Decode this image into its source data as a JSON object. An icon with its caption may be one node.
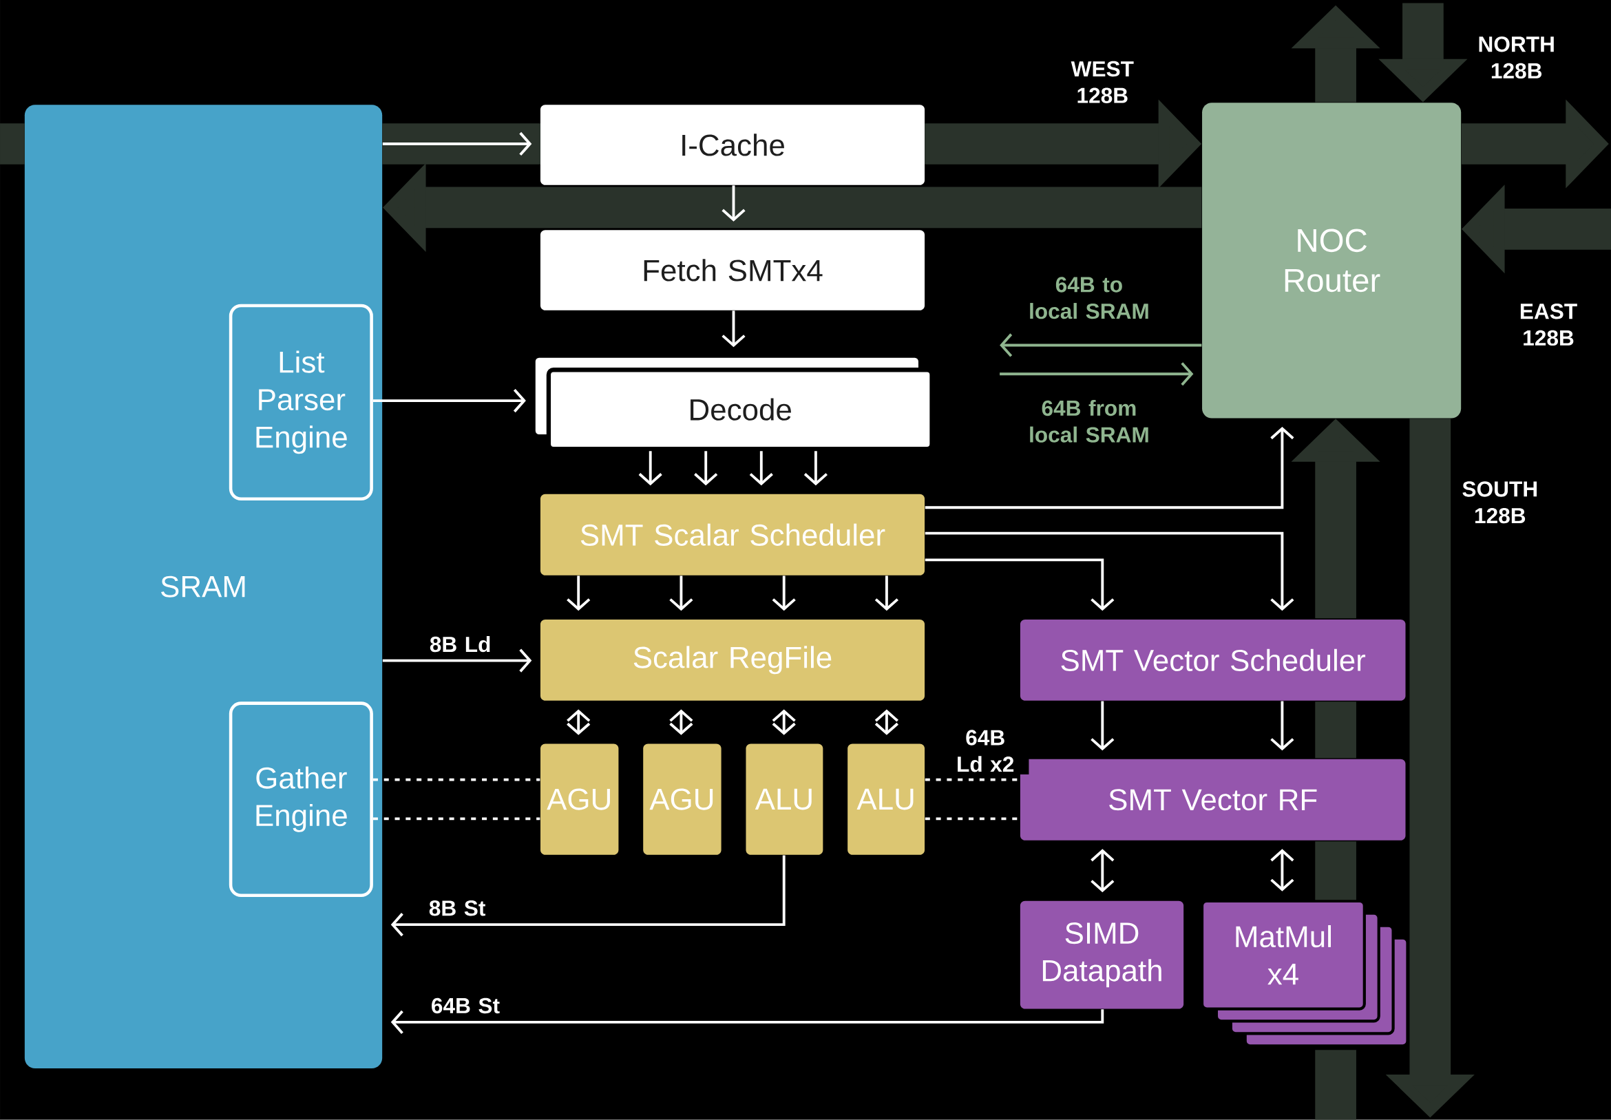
{
  "diagram": {
    "nodes": [
      {
        "text": [
          "SRAM"
        ]
      },
      {
        "text": [
          "List Parser Engine"
        ],
        "in": 0
      },
      {
        "text": [
          "Gather Engine"
        ],
        "in": 0
      },
      {
        "text": [
          "I-Cache"
        ]
      },
      {
        "text": [
          "Fetch SMTx4"
        ]
      },
      {
        "text": [
          "Decode"
        ]
      },
      {
        "text": [
          "SMT Scalar Scheduler"
        ]
      },
      {
        "text": [
          "Scalar RegFile"
        ]
      },
      {
        "text": [
          "AGU"
        ]
      },
      {
        "text": [
          "AGU"
        ]
      },
      {
        "text": [
          "ALU"
        ]
      },
      {
        "text": [
          "ALU"
        ]
      },
      {
        "text": [
          "NOC Router"
        ]
      },
      {
        "text": [
          "SMT Vector Scheduler"
        ]
      },
      {
        "text": [
          "SMT Vector RF"
        ]
      },
      {
        "text": [
          "SIMD Datapath"
        ]
      },
      {
        "text": [
          "MatMul x4"
        ]
      }
    ],
    "edges": [
      {
        "from": 0,
        "to": 3,
        "arrow": "to"
      },
      {
        "from": 3,
        "to": 4,
        "arrow": "to"
      },
      {
        "from": 4,
        "to": 5,
        "arrow": "to"
      },
      {
        "from": 1,
        "to": 5,
        "arrow": "to"
      },
      {
        "from": 5,
        "to": 6,
        "arrow": "to"
      },
      {
        "from": 5,
        "to": 6,
        "arrow": "to"
      },
      {
        "from": 5,
        "to": 6,
        "arrow": "to"
      },
      {
        "from": 5,
        "to": 6,
        "arrow": "to"
      },
      {
        "from": 6,
        "to": 7,
        "arrow": "to"
      },
      {
        "from": 6,
        "to": 7,
        "arrow": "to"
      },
      {
        "from": 6,
        "to": 7,
        "arrow": "to"
      },
      {
        "from": 6,
        "to": 7,
        "arrow": "to"
      },
      {
        "from": 7,
        "to": 8,
        "arrow": "both"
      },
      {
        "from": 7,
        "to": 9,
        "arrow": "both"
      },
      {
        "from": 7,
        "to": 10,
        "arrow": "both"
      },
      {
        "from": 7,
        "to": 11,
        "arrow": "both"
      },
      {
        "from": 0,
        "to": 7,
        "arrow": "to",
        "label": "8B Ld"
      },
      {
        "from": 2,
        "to": 8,
        "arrow": "none",
        "style": "dashed"
      },
      {
        "from": 2,
        "to": 8,
        "arrow": "none",
        "style": "dashed"
      },
      {
        "from": 10,
        "to": 0,
        "arrow": "to",
        "label": "8B St"
      },
      {
        "from": 15,
        "to": 0,
        "arrow": "to",
        "label": "64B St"
      },
      {
        "from": 6,
        "to": 12,
        "arrow": "to"
      },
      {
        "from": 6,
        "to": 13,
        "arrow": "to"
      },
      {
        "from": 6,
        "to": 13,
        "arrow": "to"
      },
      {
        "from": 11,
        "to": 14,
        "arrow": "none",
        "style": "dashed",
        "label": "64B Ld x2"
      },
      {
        "from": 11,
        "to": 14,
        "arrow": "none",
        "style": "dashed"
      },
      {
        "from": 13,
        "to": 14,
        "arrow": "to"
      },
      {
        "from": 13,
        "to": 14,
        "arrow": "to"
      },
      {
        "from": 14,
        "to": 15,
        "arrow": "both"
      },
      {
        "from": 14,
        "to": 16,
        "arrow": "both"
      },
      {
        "from": 12,
        "to": null,
        "arrow": "to",
        "label": "64B to local SRAM",
        "color": "#8fb58f"
      },
      {
        "from": null,
        "to": 12,
        "arrow": "to",
        "label": "64B from local SRAM",
        "color": "#8fb58f"
      },
      {
        "from": null,
        "to": 12,
        "arrow": "to",
        "style": "thick",
        "color": "#2a332b"
      },
      {
        "from": 12,
        "to": 0,
        "arrow": "to",
        "style": "thick",
        "color": "#2a332b"
      },
      {
        "from": 12,
        "to": null,
        "arrow": "to",
        "style": "thick",
        "color": "#2a332b"
      },
      {
        "from": null,
        "to": 12,
        "arrow": "to",
        "style": "thick",
        "color": "#2a332b"
      },
      {
        "from": 12,
        "to": null,
        "arrow": "to",
        "style": "thick",
        "color": "#2a332b"
      },
      {
        "from": null,
        "to": 12,
        "arrow": "to",
        "style": "thick",
        "color": "#2a332b"
      },
      {
        "from": null,
        "to": 12,
        "arrow": "to",
        "style": "thick",
        "color": "#2a332b"
      },
      {
        "from": 12,
        "to": null,
        "arrow": "to",
        "style": "thick",
        "color": "#2a332b"
      }
    ],
    "labels": [
      "WEST 128B",
      "NORTH 128B",
      "EAST 128B",
      "SOUTH 128B"
    ]
  }
}
